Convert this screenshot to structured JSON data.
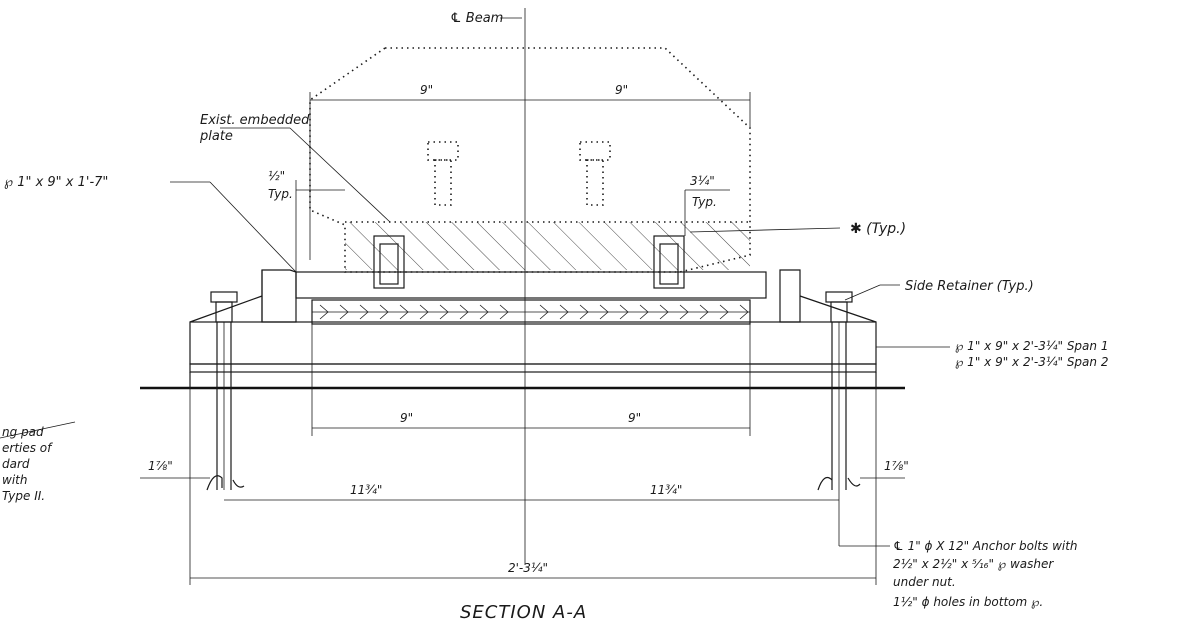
{
  "beam_centerline": "℄ Beam",
  "dims": {
    "top_left_9": "9\"",
    "top_right_9": "9\"",
    "half_typ": "½\"",
    "half_typ_label": "Typ.",
    "three_quarter_typ": "3¼\"",
    "three_quarter_typ_label": "Typ.",
    "mid_left_9": "9\"",
    "mid_right_9": "9\"",
    "left_1_7_8": "1⅞\"",
    "right_1_7_8": "1⅞\"",
    "bolt_left_11_3_4": "11¾\"",
    "bolt_right_11_3_4": "11¾\"",
    "overall": "2'-3¼\""
  },
  "labels": {
    "embedded_plate_line1": "Exist. embedded",
    "embedded_plate_line2": "plate",
    "plate_top": "℘ 1\" x 9\" x 1'-7\"",
    "weld_typ": "✱ (Typ.)",
    "side_retainer": "Side Retainer (Typ.)",
    "plate_span1": "℘ 1\" x 9\" x 2'-3¼\" Span 1",
    "plate_span2": "℘ 1\" x 9\" x 2'-3¼\" Span 2",
    "pad_line1": "ng pad",
    "pad_line2": "erties of",
    "pad_line3": "dard",
    "pad_line4": "with",
    "pad_line5": "Type II.",
    "anchor_line1": "℄ 1\" ϕ X 12\" Anchor bolts with",
    "anchor_line2": "2½\" x 2½\" x ⁵⁄₁₆\" ℘ washer",
    "anchor_line3": "under nut.",
    "anchor_line4": "1½\" ϕ holes in bottom ℘.",
    "section_title": "SECTION A-A"
  }
}
